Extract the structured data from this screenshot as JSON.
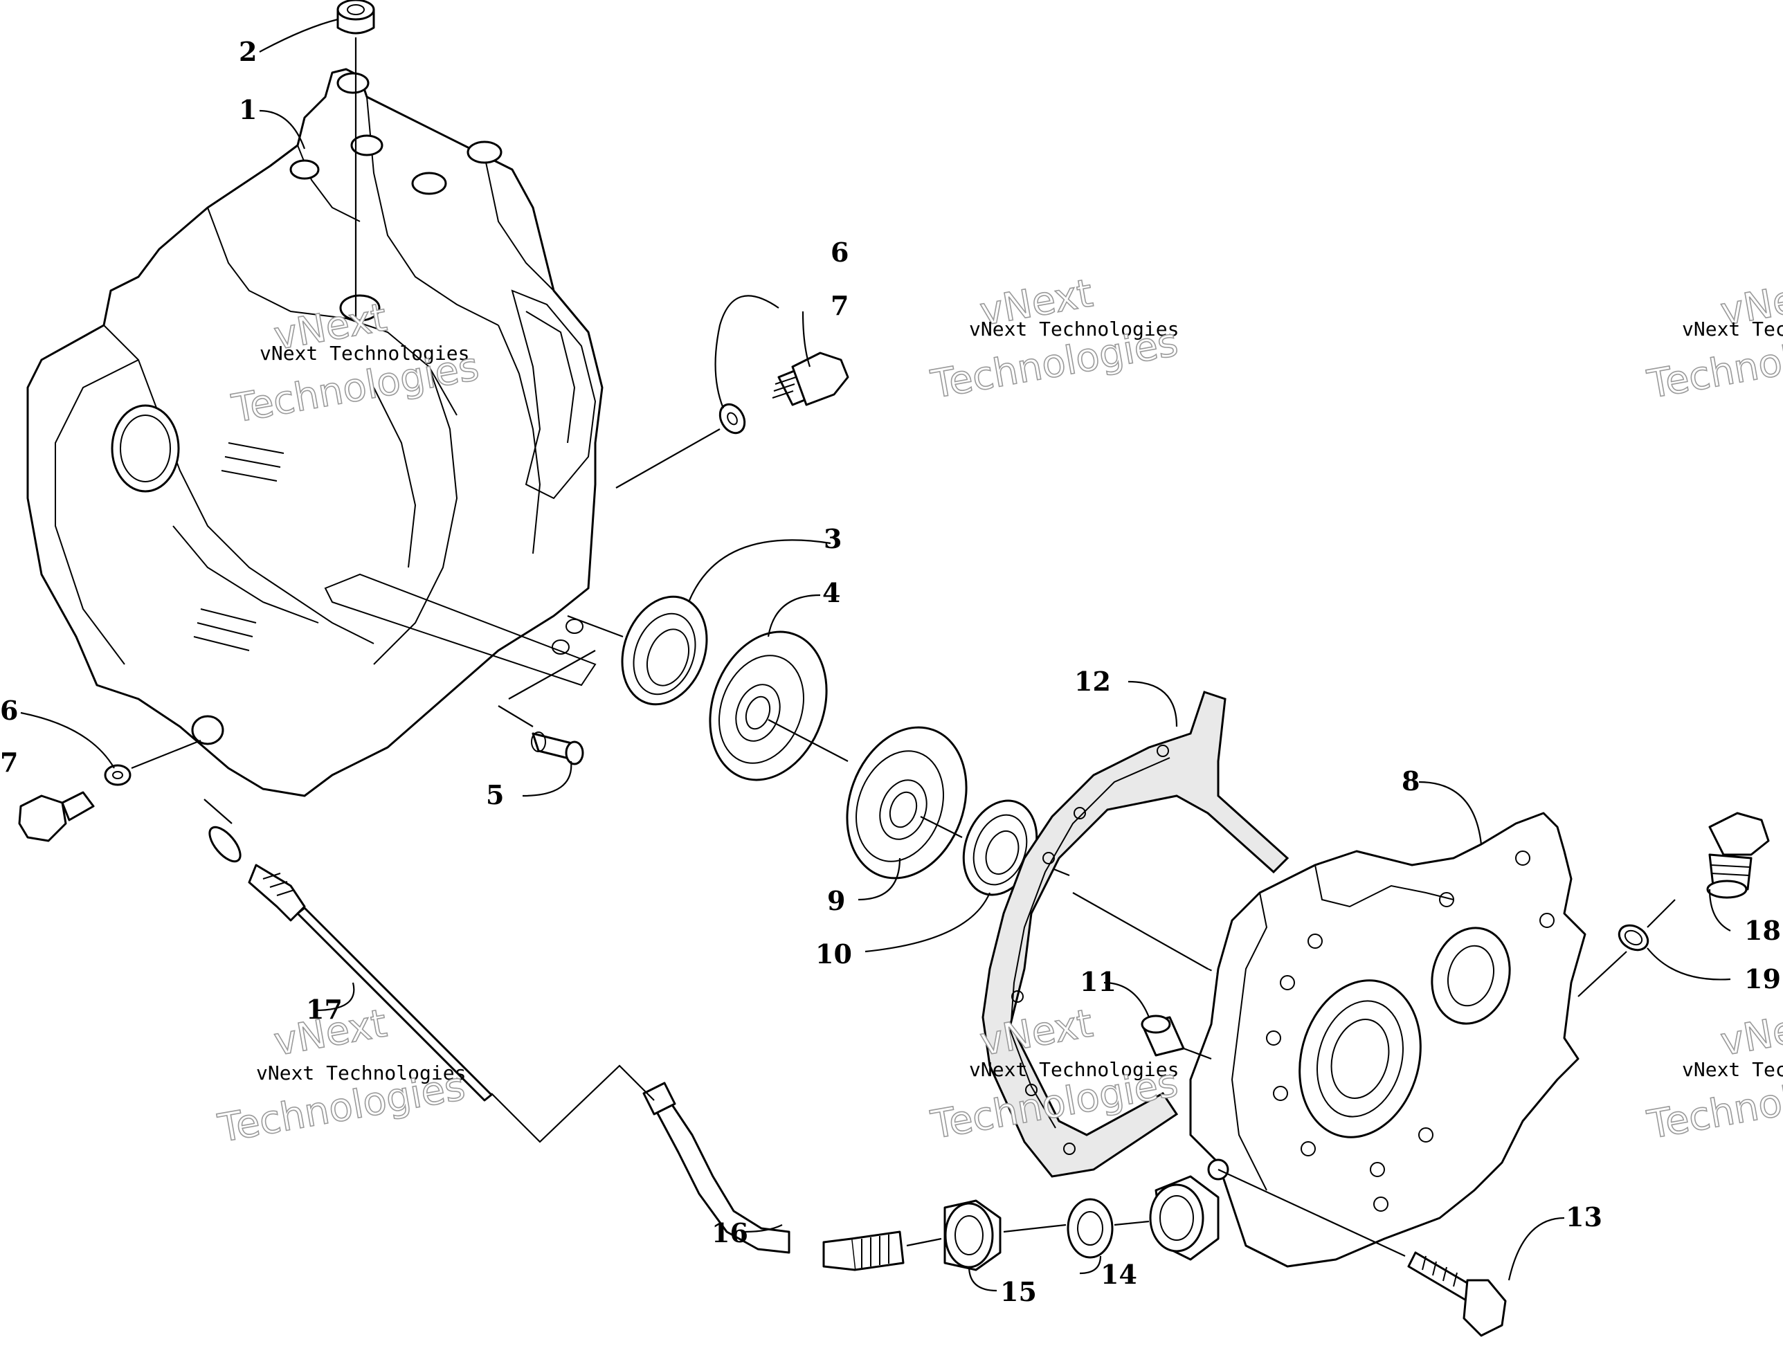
{
  "watermark": {
    "line_small": "vNext Technologies",
    "line_big_1": "vNext",
    "line_big_2": "Technologies"
  },
  "callouts": {
    "c1": "1",
    "c2": "2",
    "c3": "3",
    "c4": "4",
    "c5": "5",
    "c6a": "6",
    "c6b": "6",
    "c7a": "7",
    "c7b": "7",
    "c8": "8",
    "c9": "9",
    "c10": "10",
    "c11": "11",
    "c12": "12",
    "c13": "13",
    "c14": "14",
    "c15": "15",
    "c16": "16",
    "c17": "17",
    "c18": "18",
    "c19": "19"
  }
}
